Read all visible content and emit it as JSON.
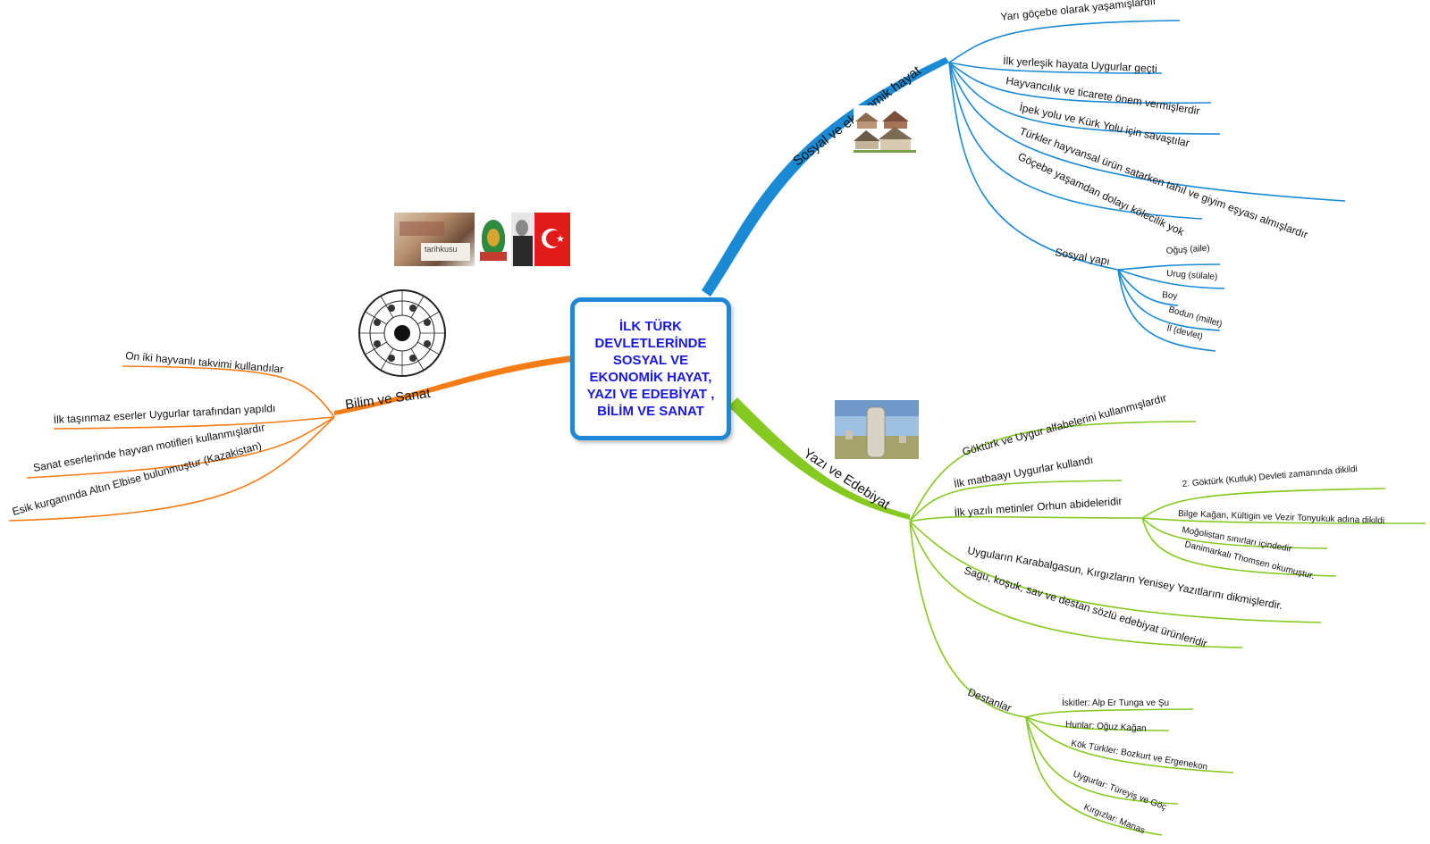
{
  "center": {
    "title": "İLK TÜRK\nDEVLETLERİNDE\nSOSYAL VE\nEKONOMİK HAYAT,\nYAZI VE EDEBİYAT ,\nBİLİM VE SANAT"
  },
  "colors": {
    "blue": "#1a8ad4",
    "orange": "#f57c14",
    "green": "#86c920",
    "center_text": "#1818e0"
  },
  "branches": {
    "sosyal": {
      "label": "Sosyal ve ekonomik hayat",
      "items": [
        "Yarı göçebe olarak yaşamışlardır",
        "İlk yerleşik hayata Uygurlar geçti",
        "Hayvancılık ve ticarete önem vermişlerdir",
        "İpek yolu ve Kürk Yolu için savaştılar",
        "Türkler hayvansal ürün satarken tahıl ve giyim eşyası almışlardır",
        "Göçebe yaşamdan dolayı kölecilik yok"
      ],
      "sub": {
        "label": "Sosyal yapı",
        "items": [
          "Oğuş (aile)",
          "Urug (sülale)",
          "Boy",
          "Bodun (millet)",
          "İl (devlet)"
        ]
      }
    },
    "yazi": {
      "label": "Yazı ve Edebiyat",
      "items": [
        "Göktürk ve Uygur alfabelerini kullanmışlardır",
        "İlk matbaayı Uygurlar kullandı",
        "Uyguların Karabalgasun, Kırgızların Yenisey Yazıtlarını dikmişlerdir.",
        "Sagu, koşuk, sav ve destan sözlü edebiyat ürünleridir"
      ],
      "orhun": {
        "label": "İlk yazılı metinler Orhun abideleridir",
        "items": [
          "2. Göktürk (Kutluk) Devleti zamanında dikildi",
          "Bilge Kağan, Kültigin ve Vezir Tonyukuk adına dikildi",
          "Moğolistan sınırları içindedir",
          "Danimarkalı Thomsen okumuştur."
        ]
      },
      "destan": {
        "label": "Destanlar",
        "items": [
          "İskitler: Alp Er Tunga ve Şu",
          "Hunlar: Oğuz Kağan",
          "Kök Türkler: Bozkurt ve Ergenekon",
          "Uygurlar: Türeyiş ve Göç",
          "Kırgızlar: Manas"
        ]
      }
    },
    "bilim": {
      "label": "Bilim ve Sanat",
      "items": [
        "On iki hayvanlı takvimi kullandılar",
        "İlk taşınmaz eserler Uygurlar tarafından yapıldı",
        "Sanat eserlerinde hayvan motifleri kullanmışlardır",
        "Esik kurganında Altın Elbise bulunmuştur (Kazakistan)"
      ]
    }
  },
  "images": {
    "banner_caption": "tarihkusu"
  }
}
